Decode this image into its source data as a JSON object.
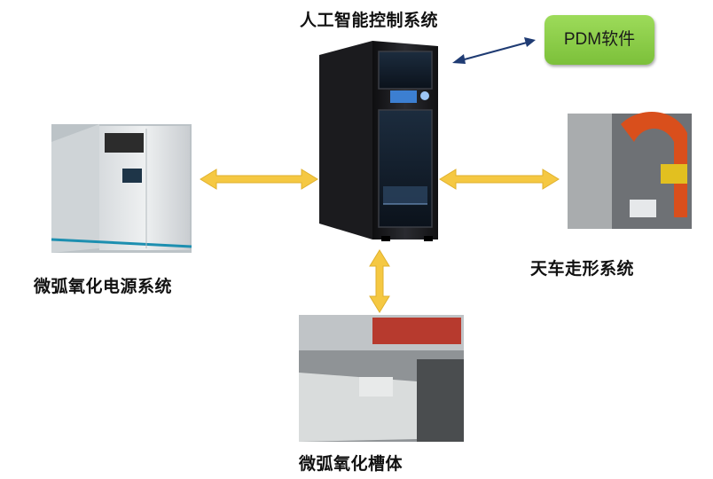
{
  "center": {
    "title": "人工智能控制系统"
  },
  "pdm": {
    "label": "PDM软件"
  },
  "nodes": {
    "power": {
      "label": "微弧氧化电源系统"
    },
    "crane": {
      "label": "天车走形系统"
    },
    "tank": {
      "label": "微弧氧化槽体"
    }
  },
  "colors": {
    "arrow_yellow": "#f5c842",
    "arrow_navy": "#1f3b73",
    "pdm_green": "#8ccf4a"
  }
}
